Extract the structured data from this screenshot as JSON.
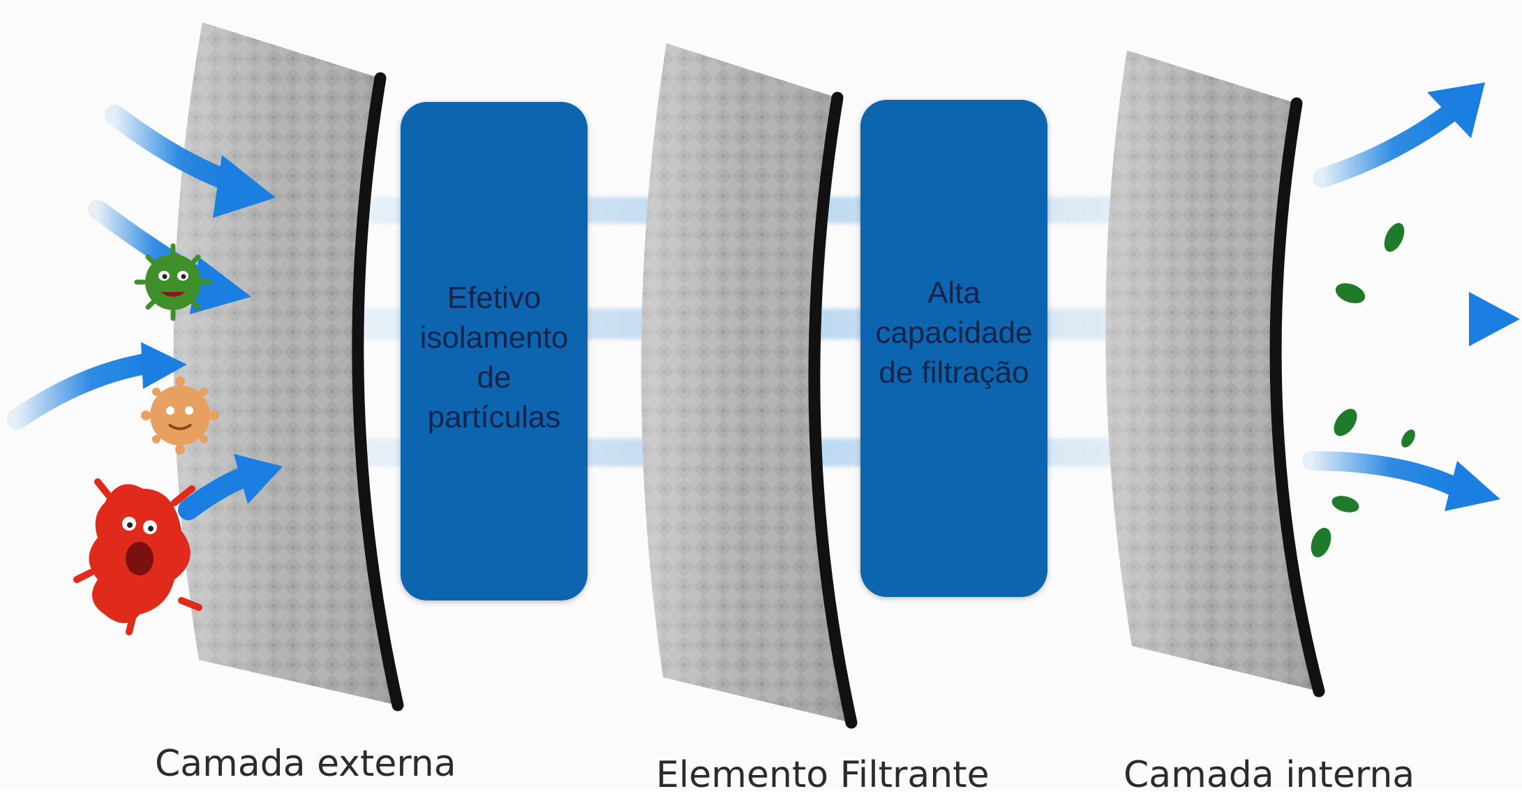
{
  "layers": [
    {
      "label": "Camada externa"
    },
    {
      "label": "Elemento Filtrante"
    },
    {
      "label": "Camada interna"
    }
  ],
  "boxes": [
    {
      "lines": [
        "Efetivo",
        "isolamento",
        "de",
        "partículas"
      ]
    },
    {
      "lines": [
        "Alta",
        "capacidade",
        "de filtração"
      ]
    }
  ],
  "colors": {
    "box": "#0d65b0",
    "arrow": "#1a7fe0",
    "layer_edge": "#111111",
    "germ_green": "#3f8f2a",
    "germ_orange": "#e8a060",
    "germ_red": "#e02a1c",
    "leaf": "#1f7a2a"
  }
}
